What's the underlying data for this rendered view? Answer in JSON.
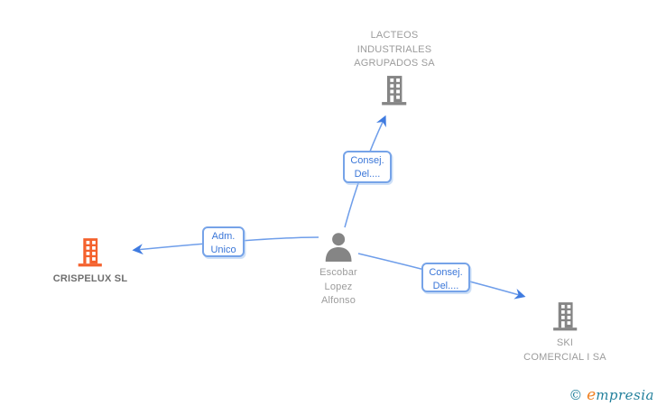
{
  "colors": {
    "background": "#ffffff",
    "company_icon": "#858585",
    "highlight_icon": "#f4612d",
    "node_text": "#9c9c9c",
    "highlight_text": "#6e6e6e",
    "edge_line": "#6f9eea",
    "edge_arrow": "#3f7be0",
    "edge_label_text": "#3a76d8",
    "edge_label_border": "#76a3e8",
    "watermark_teal": "#23809c",
    "watermark_orange": "#f08122"
  },
  "nodes": {
    "lacteos": {
      "line1": "LACTEOS",
      "line2": "INDUSTRIALES",
      "line3": "AGRUPADOS SA"
    },
    "crispelux": {
      "line1": "CRISPELUX SL"
    },
    "escobar": {
      "line1": "Escobar",
      "line2": "Lopez",
      "line3": "Alfonso"
    },
    "ski": {
      "line1": "SKI",
      "line2": "COMERCIAL I SA"
    }
  },
  "edge_labels": {
    "to_lacteos": {
      "line1": "Consej.",
      "line2": "Del...."
    },
    "to_crispelux": {
      "line1": "Adm.",
      "line2": "Unico"
    },
    "to_ski": {
      "line1": "Consej.",
      "line2": "Del...."
    }
  },
  "watermark": {
    "symbol": "©",
    "brand_first_letter": "e",
    "brand_rest": "mpresia"
  }
}
